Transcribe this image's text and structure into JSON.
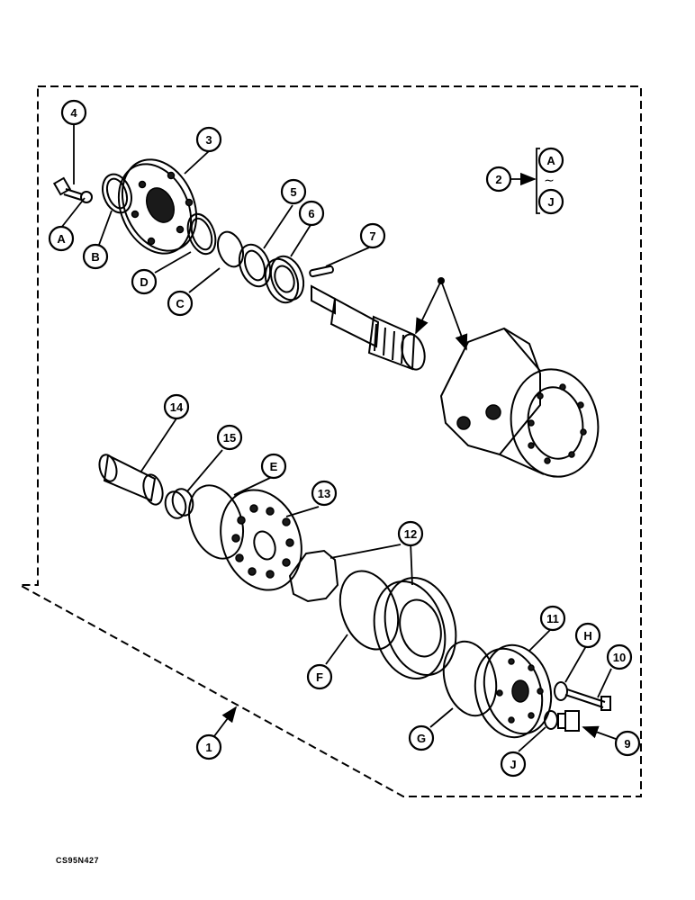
{
  "callouts": {
    "c1": "1",
    "c2": "2",
    "c3": "3",
    "c4": "4",
    "c5": "5",
    "c6": "6",
    "c7": "7",
    "c9": "9",
    "c10": "10",
    "c11": "11",
    "c12": "12",
    "c13": "13",
    "c14": "14",
    "c15": "15",
    "cA1": "A",
    "cA2": "A",
    "cB": "B",
    "cC": "C",
    "cD": "D",
    "cE": "E",
    "cF": "F",
    "cG": "G",
    "cH": "H",
    "cJ1": "J",
    "cJ2": "J"
  },
  "kit_range_separator": "∼",
  "drawing_code": "CS95N427"
}
